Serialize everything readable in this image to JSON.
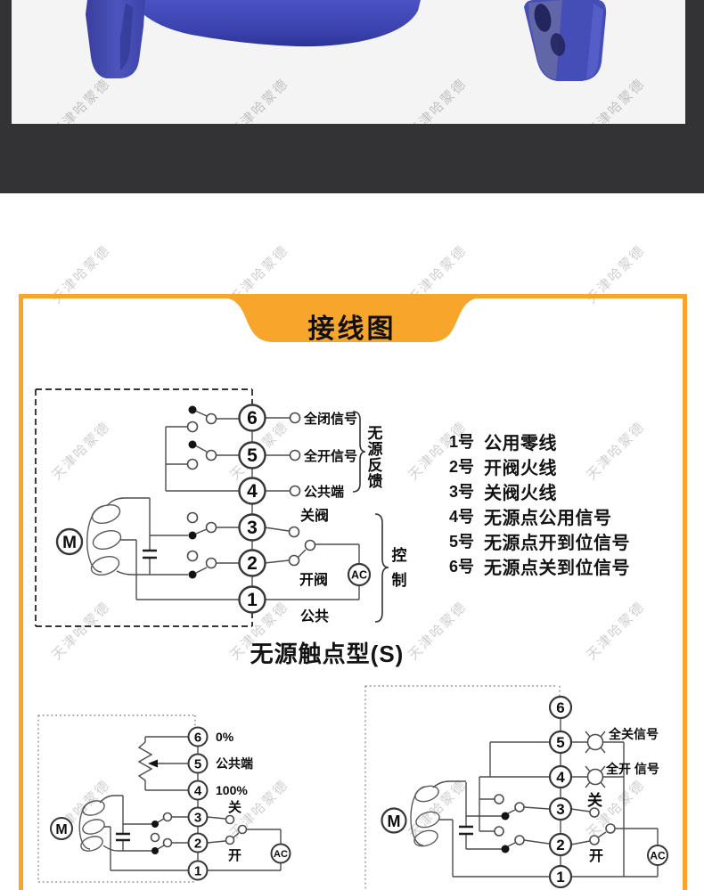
{
  "watermark": {
    "text": "天津哈蒙德"
  },
  "colors": {
    "accent": "#F7A62B",
    "dark_band": "#333335",
    "photo_bg": "#f4f4f5",
    "valve_blue": "#434BB8"
  },
  "header": {
    "title": "接线图"
  },
  "legend": {
    "items": [
      {
        "num": "1号",
        "desc": "公用零线"
      },
      {
        "num": "2号",
        "desc": "开阀火线"
      },
      {
        "num": "3号",
        "desc": "关阀火线"
      },
      {
        "num": "4号",
        "desc": "无源点公用信号"
      },
      {
        "num": "5号",
        "desc": "无源点开到位信号"
      },
      {
        "num": "6号",
        "desc": "无源点关到位信号"
      }
    ]
  },
  "diagram_main": {
    "caption": "无源触点型(S)",
    "motor": "M",
    "ac": "AC",
    "terminals": [
      "6",
      "5",
      "4",
      "3",
      "2",
      "1"
    ],
    "label_t6": "全闭信号",
    "label_t5": "全开信号",
    "label_t4": "公共端",
    "label_t3": "关阀",
    "label_t2": "开阀",
    "label_t1": "公共",
    "feedback_chars": [
      "无",
      "源",
      "反",
      "馈"
    ],
    "control_chars": [
      "控",
      "制"
    ]
  },
  "diagram_pot": {
    "motor": "M",
    "ac": "AC",
    "terminals": [
      "6",
      "5",
      "4",
      "3",
      "2",
      "1"
    ],
    "label_t6": "0%",
    "label_t5": "公共端",
    "label_t4": "100%",
    "label_t3": "关",
    "label_t2": "开"
  },
  "diagram_lamp": {
    "motor": "M",
    "ac": "AC",
    "terminals": [
      "6",
      "5",
      "4",
      "3",
      "2",
      "1"
    ],
    "label_close_signal": "全关信号",
    "label_open_signal": "全开 信号",
    "label_t3": "关",
    "label_t2": "开"
  }
}
